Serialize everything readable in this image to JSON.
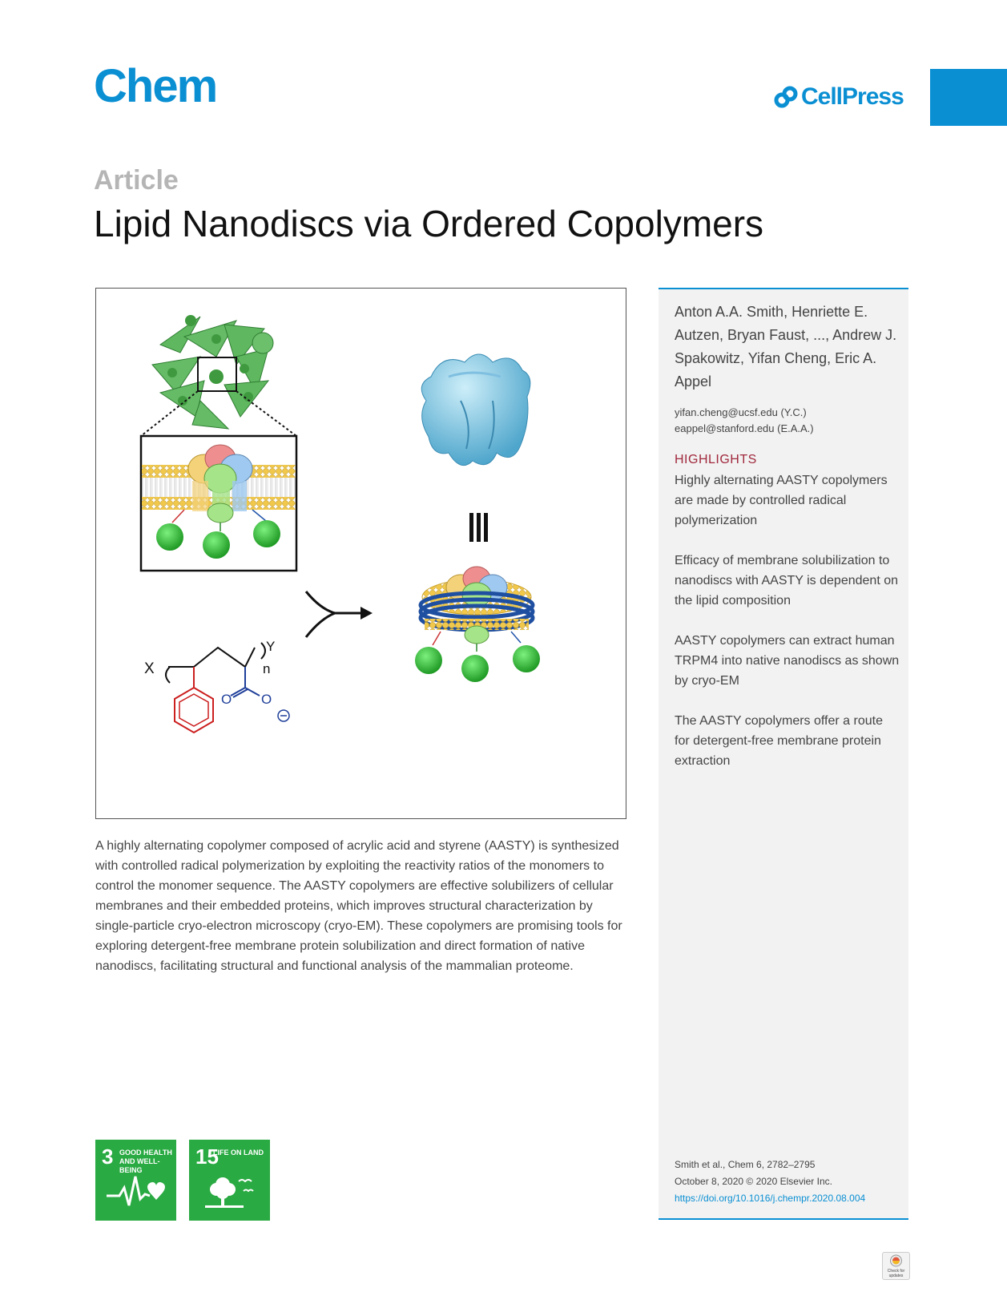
{
  "header": {
    "journal": "Chem",
    "publisher": "CellPress"
  },
  "article": {
    "section": "Article",
    "title": "Lipid Nanodiscs via Ordered Copolymers"
  },
  "figure": {
    "chem_label_x": "X",
    "chem_label_y": "Y",
    "chem_label_n": "n",
    "chem_label_o1": "O",
    "chem_label_o2": "O"
  },
  "summary": "A highly alternating copolymer composed of acrylic acid and styrene (AASTY) is synthesized with controlled radical polymerization by exploiting the reactivity ratios of the monomers to control the monomer sequence. The AASTY copolymers are effective solubilizers of cellular membranes and their embedded proteins, which improves structural characterization by single-particle cryo-electron microscopy (cryo-EM). These copolymers are promising tools for exploring detergent-free membrane protein solubilization and direct formation of native nanodiscs, facilitating structural and functional analysis of the mammalian proteome.",
  "sidebar": {
    "authors": "Anton A.A. Smith, Henriette E. Autzen, Bryan Faust, ..., Andrew J. Spakowitz, Yifan Cheng, Eric A. Appel",
    "emails": [
      "yifan.cheng@ucsf.edu (Y.C.)",
      "eappel@stanford.edu (E.A.A.)"
    ],
    "highlights_heading": "HIGHLIGHTS",
    "highlights": [
      "Highly alternating AASTY copolymers are made by controlled radical polymerization",
      "Efficacy of membrane solubilization to nanodiscs with AASTY is dependent on the lipid composition",
      "AASTY copolymers can extract human TRPM4 into native nanodiscs as shown by cryo-EM",
      "The AASTY copolymers offer a route for detergent-free membrane protein extraction"
    ],
    "citation": {
      "line1": "Smith et al., Chem 6, 2782–2795",
      "line2": "October 8, 2020 © 2020 Elsevier Inc.",
      "doi": "https://doi.org/10.1016/j.chempr.2020.08.004"
    }
  },
  "sdg_badges": [
    {
      "number": "3",
      "label": "GOOD HEALTH AND WELL-BEING"
    },
    {
      "number": "15",
      "label": "LIFE ON LAND"
    }
  ],
  "check_updates": "Check for updates",
  "colors": {
    "brand_blue": "#0a8fd3",
    "highlight_red": "#a0283c",
    "sdg_green": "#2aaa43"
  }
}
